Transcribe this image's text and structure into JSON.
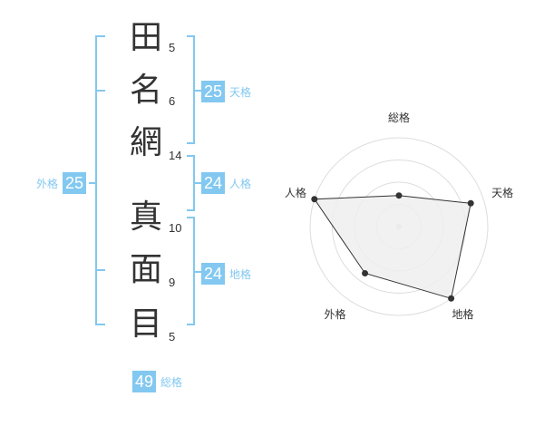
{
  "name": {
    "characters": [
      {
        "char": "田",
        "strokes": "5"
      },
      {
        "char": "名",
        "strokes": "6"
      },
      {
        "char": "網",
        "strokes": "14"
      },
      {
        "char": "真",
        "strokes": "10"
      },
      {
        "char": "面",
        "strokes": "9"
      },
      {
        "char": "目",
        "strokes": "5"
      }
    ]
  },
  "kaku": {
    "tenkaku": {
      "label": "天格",
      "value": "25"
    },
    "jinkaku": {
      "label": "人格",
      "value": "24"
    },
    "chikaku": {
      "label": "地格",
      "value": "24"
    },
    "gaikaku": {
      "label": "外格",
      "value": "25"
    },
    "soukaku": {
      "label": "総格",
      "value": "49"
    }
  },
  "colors": {
    "accent": "#82c8f0",
    "text": "#333333",
    "grid": "#dddddd",
    "polygon_fill": "#eeeeee",
    "polygon_stroke": "#333333"
  },
  "chart_data": {
    "type": "radar",
    "axes": [
      "総格",
      "天格",
      "地格",
      "外格",
      "人格"
    ],
    "values": [
      0.35,
      0.85,
      1.0,
      0.65,
      1.0
    ],
    "rings": 4
  }
}
